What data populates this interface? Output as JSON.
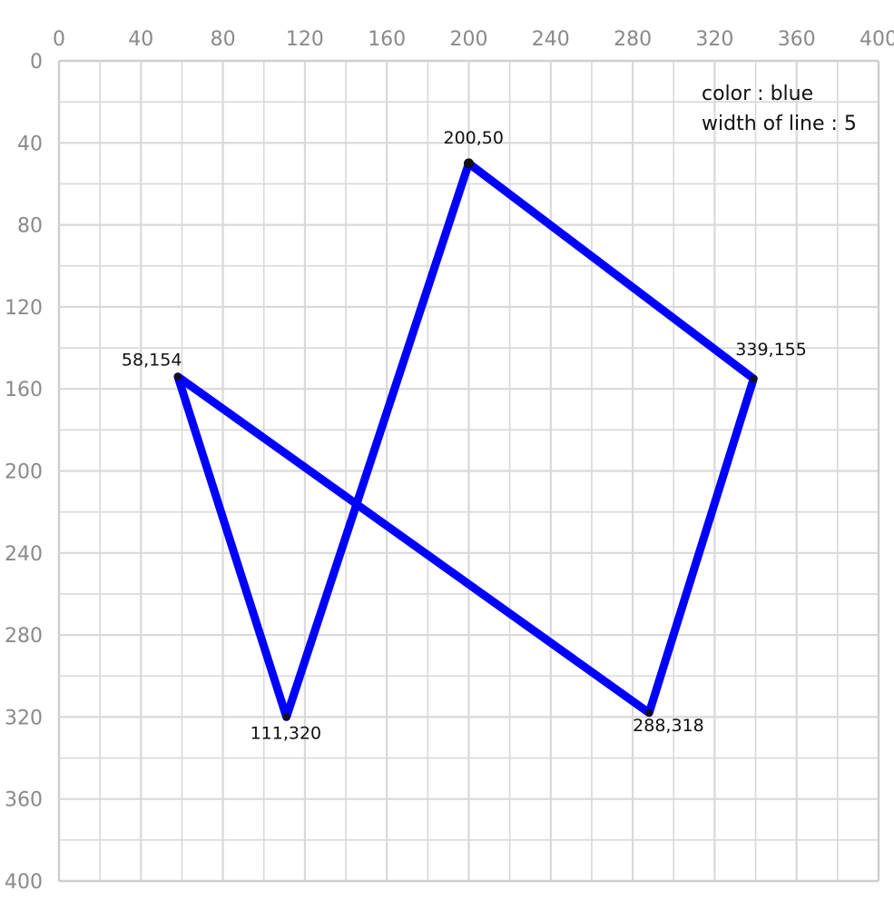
{
  "grid": {
    "x_ticks": [
      "0",
      "40",
      "80",
      "120",
      "160",
      "200",
      "240",
      "280",
      "320",
      "360",
      "400"
    ],
    "y_ticks": [
      "0",
      "40",
      "80",
      "120",
      "160",
      "200",
      "240",
      "280",
      "320",
      "360",
      "400"
    ],
    "range": [
      0,
      400
    ],
    "step": 20,
    "grid_color": "#d9d9d9",
    "axis_color": "#cfcfcf"
  },
  "star": {
    "color": "#0000ff",
    "line_width_units": 5,
    "order": [
      0,
      3,
      1,
      4,
      2,
      0
    ]
  },
  "points": [
    {
      "x": 200,
      "y": 50,
      "label": "200,50"
    },
    {
      "x": 58,
      "y": 154,
      "label": "58,154"
    },
    {
      "x": 339,
      "y": 155,
      "label": "339,155"
    },
    {
      "x": 111,
      "y": 320,
      "label": "111,320"
    },
    {
      "x": 288,
      "y": 318,
      "label": "288,318"
    }
  ],
  "notes": {
    "color_note": "color : blue",
    "width_note": "width of line : 5"
  },
  "chart_data": {
    "type": "scatter",
    "x": [
      200,
      58,
      339,
      111,
      288
    ],
    "y": [
      50,
      154,
      155,
      320,
      318
    ],
    "xlim": [
      0,
      400
    ],
    "ylim": [
      0,
      400
    ],
    "y_inverted": true,
    "grid": true,
    "x_tick_labels": [
      "0",
      "40",
      "80",
      "120",
      "160",
      "200",
      "240",
      "280",
      "320",
      "360",
      "400"
    ],
    "y_tick_labels": [
      "0",
      "40",
      "80",
      "120",
      "160",
      "200",
      "240",
      "280",
      "320",
      "360",
      "400"
    ],
    "annotations": [
      "200,50",
      "58,154",
      "339,155",
      "111,320",
      "288,318",
      "color : blue",
      "width of line : 5"
    ]
  }
}
